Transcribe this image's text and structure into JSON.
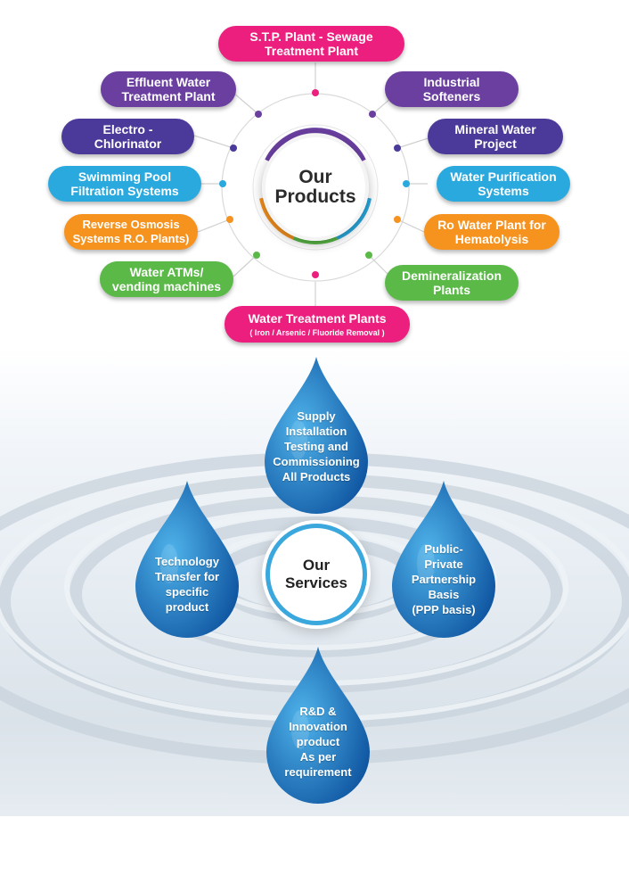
{
  "products": {
    "hub_title": [
      "Our",
      "Products"
    ],
    "items": [
      {
        "id": "stp",
        "lines": [
          "S.T.P. Plant - Sewage",
          "Treatment Plant"
        ],
        "color": "#ec1e7e"
      },
      {
        "id": "effluent",
        "lines": [
          "Effluent Water",
          "Treatment Plant"
        ],
        "color": "#6a3fa0"
      },
      {
        "id": "industrial",
        "lines": [
          "Industrial",
          "Softeners"
        ],
        "color": "#6a3fa0"
      },
      {
        "id": "electro",
        "lines": [
          "Electro -",
          "Chlorinator"
        ],
        "color": "#4b3a99"
      },
      {
        "id": "mineral",
        "lines": [
          "Mineral Water",
          "Project"
        ],
        "color": "#4b3a99"
      },
      {
        "id": "pool",
        "lines": [
          "Swimming Pool",
          "Filtration Systems"
        ],
        "color": "#2aa9de"
      },
      {
        "id": "purify",
        "lines": [
          "Water Purification",
          "Systems"
        ],
        "color": "#2aa9de"
      },
      {
        "id": "ro",
        "lines": [
          "Reverse Osmosis",
          "Systems R.O. Plants)"
        ],
        "color": "#f6921e"
      },
      {
        "id": "hema",
        "lines": [
          "Ro Water Plant for",
          "Hematolysis"
        ],
        "color": "#f6921e"
      },
      {
        "id": "atm",
        "lines": [
          "Water ATMs/",
          "vending machines"
        ],
        "color": "#5ab947"
      },
      {
        "id": "demin",
        "lines": [
          "Demineralization",
          "Plants"
        ],
        "color": "#5ab947"
      },
      {
        "id": "wtp",
        "lines": [
          "Water Treatment Plants",
          "( Iron / Arsenic / Fluoride Removal )"
        ],
        "color": "#ec1e7e"
      }
    ]
  },
  "services": {
    "hub_title": [
      "Our",
      "Services"
    ],
    "items": [
      {
        "id": "supply",
        "lines": [
          "Supply",
          "Installation",
          "Testing and",
          "Commissioning",
          "All Products"
        ]
      },
      {
        "id": "tech",
        "lines": [
          "Technology",
          "Transfer for",
          "specific",
          "product"
        ]
      },
      {
        "id": "ppp",
        "lines": [
          "Public-",
          "Private",
          "Partnership",
          "Basis",
          "(PPP basis)"
        ]
      },
      {
        "id": "rnd",
        "lines": [
          "R&D &",
          "Innovation",
          "product",
          "As per",
          "requirement"
        ]
      }
    ]
  },
  "colors": {
    "drop_light": "#4fb3ea",
    "drop_dark": "#0b4f9c",
    "hub_ring": "#3aa7dd"
  }
}
